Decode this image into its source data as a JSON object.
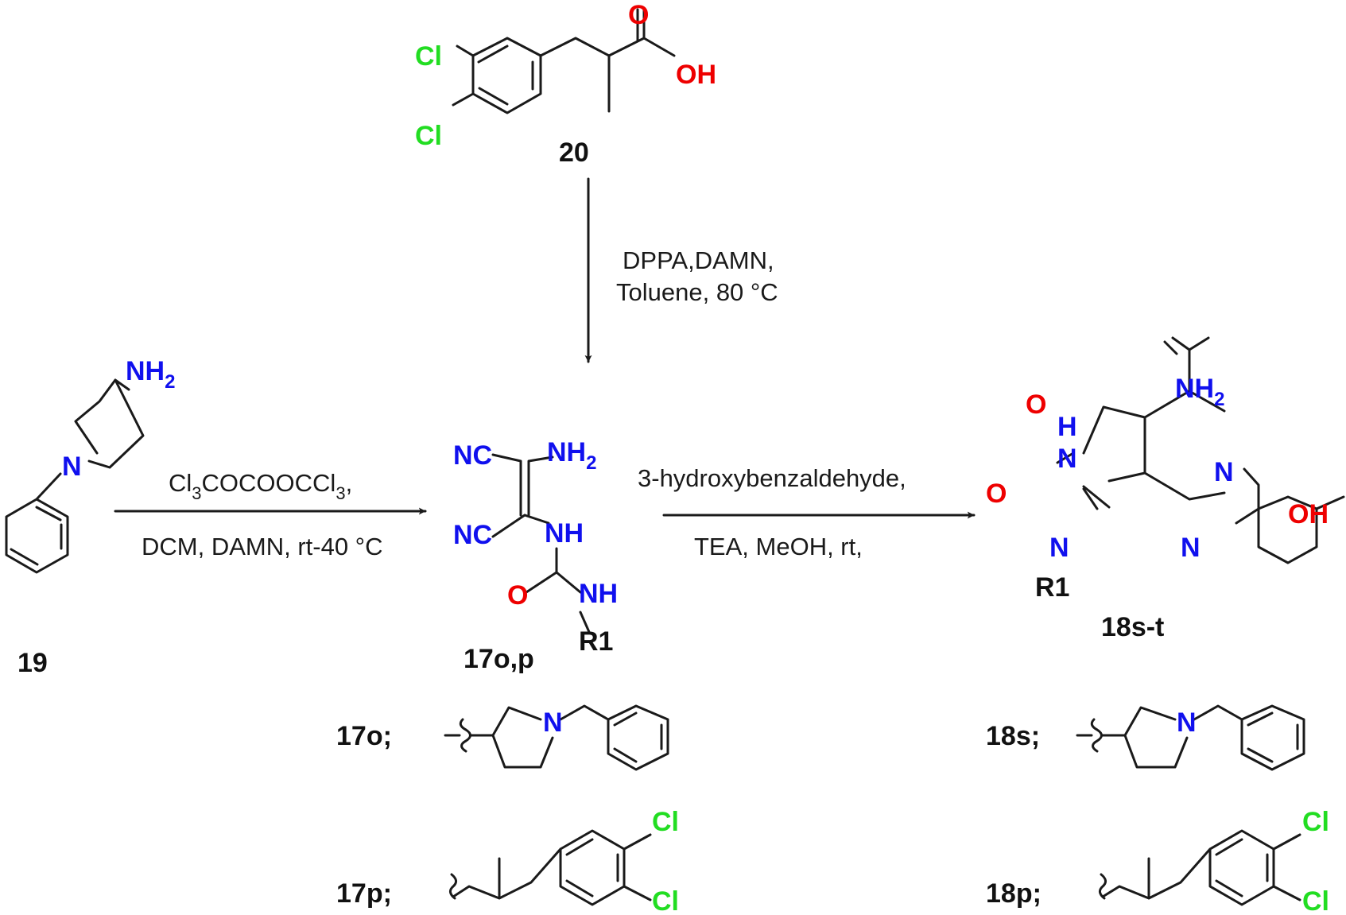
{
  "colors": {
    "bond": "#1a1a1a",
    "chlorine": "#22dd22",
    "oxygen": "#ee0000",
    "nitrogen": "#1010ee",
    "text": "#111111"
  },
  "compounds": {
    "c20": {
      "label": "20",
      "atoms": {
        "o": "O",
        "oh": "OH",
        "cl1": "Cl",
        "cl2": "Cl"
      }
    },
    "c19": {
      "label": "19",
      "atoms": {
        "nh2": "NH",
        "nh2_sub": "2",
        "n": "N"
      }
    },
    "c17op": {
      "label": "17o,p",
      "atoms": {
        "nc1": "NC",
        "nc2": "NC",
        "nh2": "NH",
        "nh2_sub": "2",
        "nh1": "NH",
        "o": "O",
        "nh2b": "NH",
        "r1": "R1"
      }
    },
    "c18st": {
      "label": "18s-t",
      "atoms": {
        "o_amide": "O",
        "nh2": "NH",
        "nh2_sub": "2",
        "h": "H",
        "n7": "N",
        "n_top": "N",
        "o_urea": "O",
        "n_bottom": "N",
        "n9": "N",
        "r1": "R1",
        "oh": "OH"
      }
    }
  },
  "conditions": {
    "step1": {
      "line1": "DPPA,DAMN,",
      "line2": "Toluene, 80 °C"
    },
    "step2": {
      "line1_pre": "Cl",
      "line1_sub1": "3",
      "line1_mid": "COCOOCCl",
      "line1_sub2": "3",
      "line1_post": ",",
      "line2": "DCM, DAMN, rt-40 °C"
    },
    "step3": {
      "line1": "3-hydroxybenzaldehyde,",
      "line2": "TEA, MeOH, rt,"
    }
  },
  "substituents": {
    "s17o": {
      "label": "17o;",
      "n": "N"
    },
    "s17p": {
      "label": "17p;",
      "cl1": "Cl",
      "cl2": "Cl"
    },
    "s18s": {
      "label": "18s;",
      "n": "N"
    },
    "s18p": {
      "label": "18p;",
      "cl1": "Cl",
      "cl2": "Cl"
    }
  }
}
